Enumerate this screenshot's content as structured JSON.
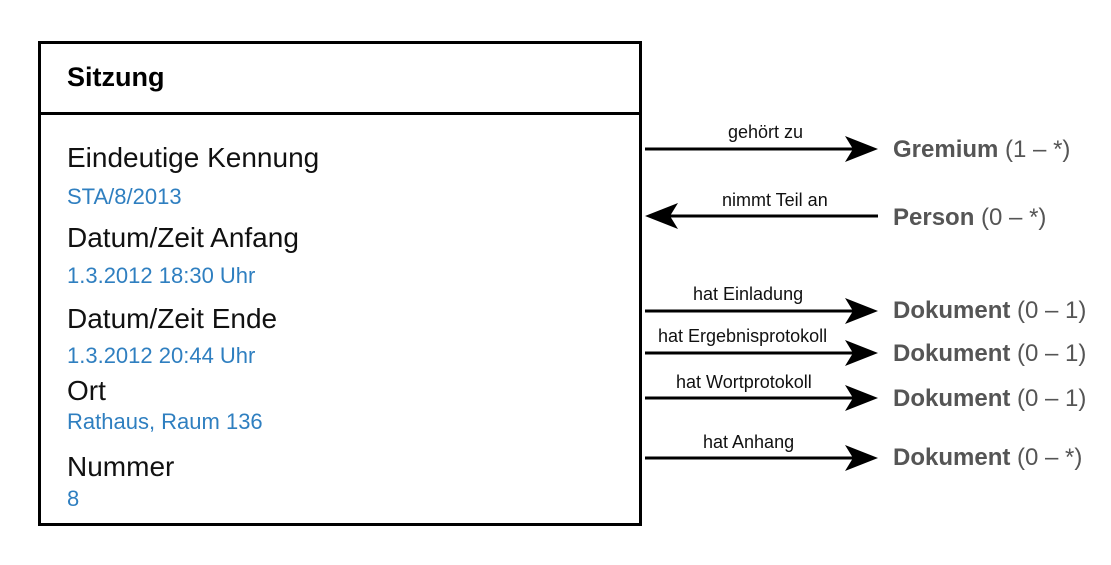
{
  "entity": {
    "title": "Sitzung",
    "attributes": [
      {
        "label": "Eindeutige Kennung",
        "value": "STA/8/2013"
      },
      {
        "label": "Datum/Zeit Anfang",
        "value": "1.3.2012 18:30 Uhr"
      },
      {
        "label": "Datum/Zeit Ende",
        "value": "1.3.2012 20:44 Uhr"
      },
      {
        "label": "Ort",
        "value": "Rathaus, Raum 136"
      },
      {
        "label": "Nummer",
        "value": "8"
      }
    ]
  },
  "relations": [
    {
      "label": "gehört zu",
      "target": "Gremium",
      "cardinality": "(1 – *)",
      "direction": "outgoing"
    },
    {
      "label": "nimmt Teil an",
      "target": "Person",
      "cardinality": "(0 – *)",
      "direction": "incoming"
    },
    {
      "label": "hat Einladung",
      "target": "Dokument",
      "cardinality": "(0 – 1)",
      "direction": "outgoing"
    },
    {
      "label": "hat Ergebnisprotokoll",
      "target": "Dokument",
      "cardinality": "(0 – 1)",
      "direction": "outgoing"
    },
    {
      "label": "hat Wortprotokoll",
      "target": "Dokument",
      "cardinality": "(0 – 1)",
      "direction": "outgoing"
    },
    {
      "label": "hat Anhang",
      "target": "Dokument",
      "cardinality": "(0 – *)",
      "direction": "outgoing"
    }
  ],
  "colors": {
    "value": "#2f7fc0",
    "target": "#555555",
    "line": "#000000"
  }
}
